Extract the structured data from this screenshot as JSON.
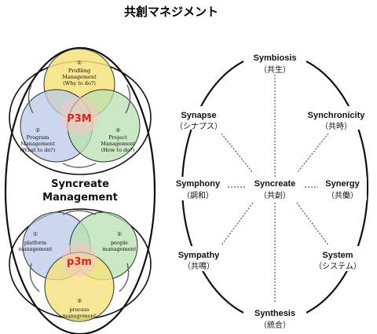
{
  "title": "共創マネジメント",
  "colors": {
    "yellow": "#f4e27c",
    "blue": "#b9c9ea",
    "green": "#b8e0b0",
    "center_pink": "#f4c8c0",
    "accent_red": "#e02020",
    "line": "#111111"
  },
  "left": {
    "top_venn": {
      "center": "P3M",
      "circles": [
        {
          "number": "①",
          "line1": "Profiling",
          "line2": "Management",
          "line3": "(Why to do?)"
        },
        {
          "number": "②",
          "line1": "Program",
          "line2": "Management",
          "line3": "(What to do?)"
        },
        {
          "number": "③",
          "line1": "Project",
          "line2": "Management",
          "line3": "(How to do?)"
        }
      ]
    },
    "middle_label_line1": "Syncreate",
    "middle_label_line2": "Management",
    "bottom_venn": {
      "center": "p3m",
      "circles": [
        {
          "number": "①",
          "line1": "platform",
          "line2": "management"
        },
        {
          "number": "②",
          "line1": "people",
          "line2": "management"
        },
        {
          "number": "③",
          "line1": "process",
          "line2": "management"
        }
      ]
    }
  },
  "right": {
    "center": {
      "en": "Syncreate",
      "jp": "（共創）"
    },
    "nodes": [
      {
        "key": "symbiosis",
        "en": "Symbiosis",
        "jp": "（共生）"
      },
      {
        "key": "synchronicity",
        "en": "Synchronicity",
        "jp": "（共時）"
      },
      {
        "key": "synergy",
        "en": "Synergy",
        "jp": "（共働）"
      },
      {
        "key": "system",
        "en": "System",
        "jp": "（システム）"
      },
      {
        "key": "synthesis",
        "en": "Synthesis",
        "jp": "（統合）"
      },
      {
        "key": "sympathy",
        "en": "Sympathy",
        "jp": "（共鳴）"
      },
      {
        "key": "symphony",
        "en": "Symphony",
        "jp": "（調和）"
      },
      {
        "key": "synapse",
        "en": "Synapse",
        "jp": "（シナプス）"
      }
    ]
  }
}
